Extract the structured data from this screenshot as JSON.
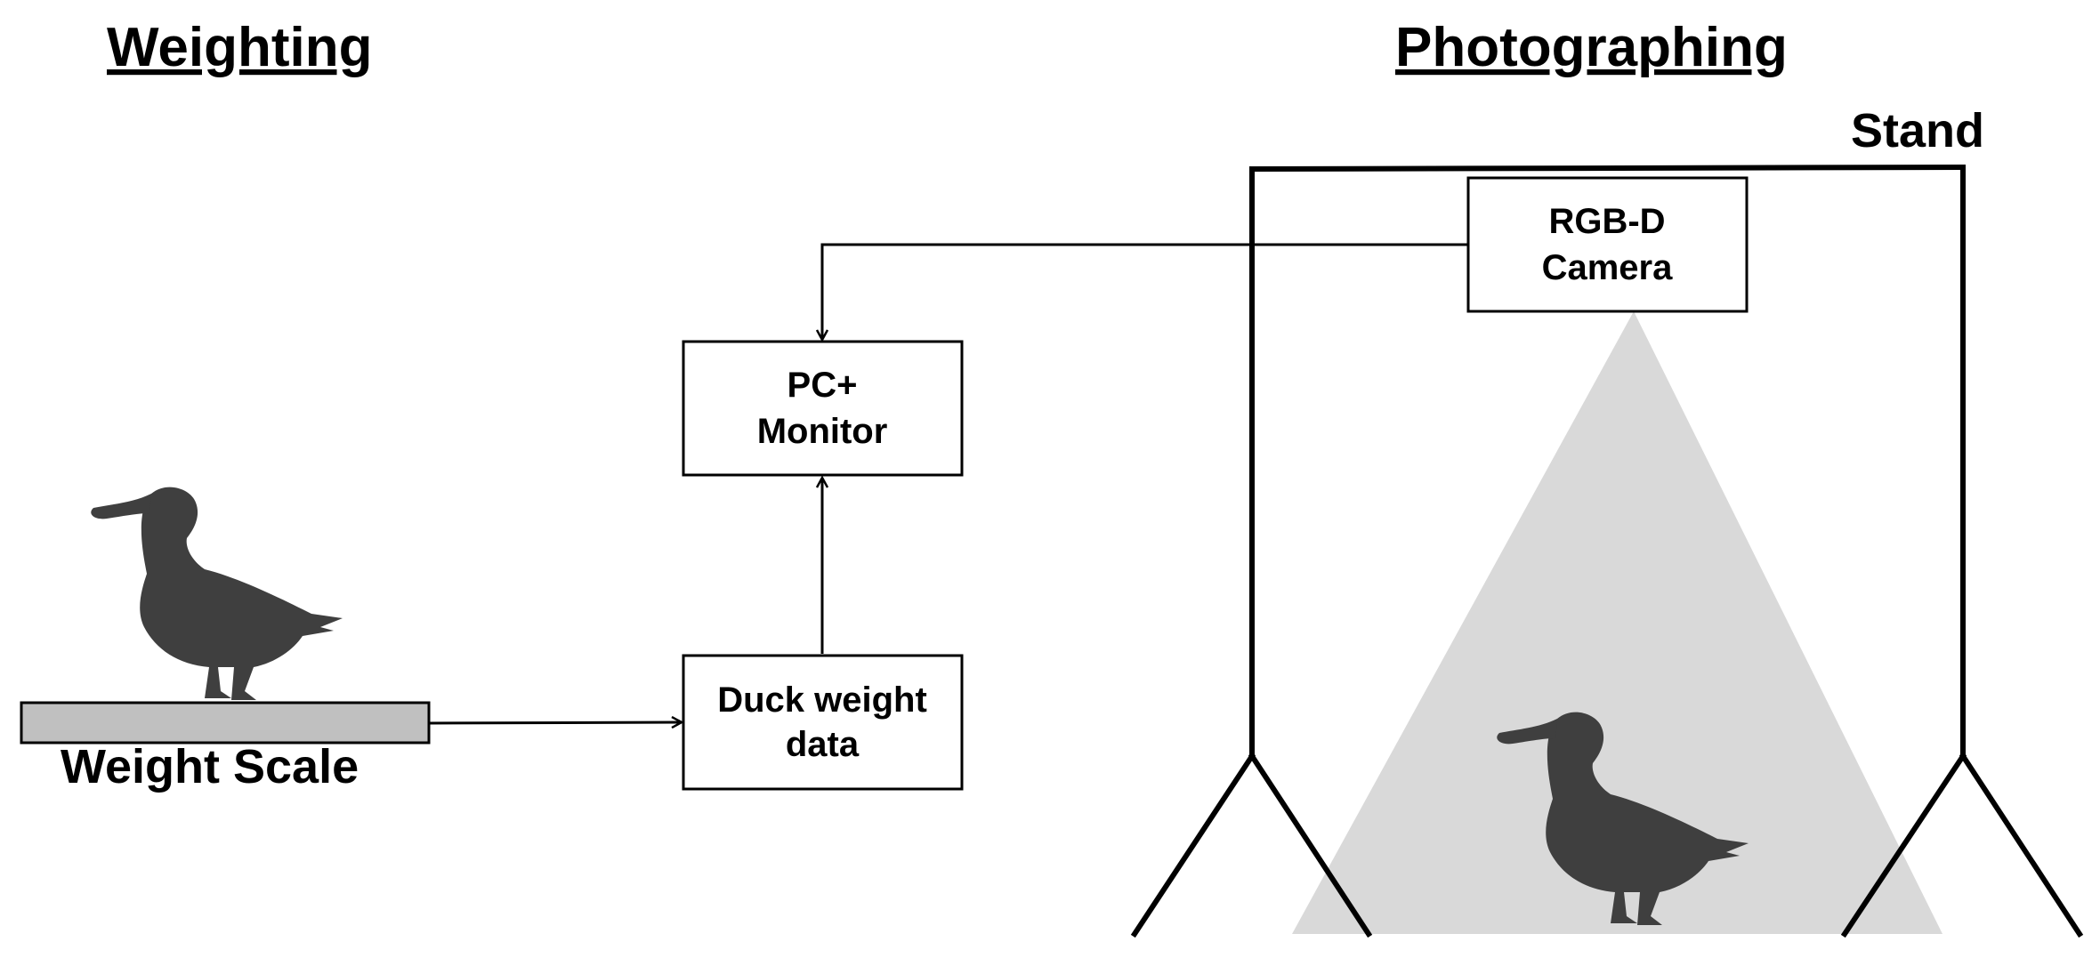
{
  "headings": {
    "weighting": "Weighting",
    "photographing": "Photographing"
  },
  "labels": {
    "stand": "Stand",
    "weight_scale": "Weight Scale"
  },
  "boxes": {
    "camera": [
      "RGB-D",
      "Camera"
    ],
    "pc_monitor": [
      "PC+",
      "Monitor"
    ],
    "duck_weight_data": [
      "Duck weight",
      "data"
    ]
  },
  "colors": {
    "duck": "#3f3f3f",
    "light_cone": "#d9d9d9",
    "scale_fill": "#c0c0c0",
    "line": "#000000"
  },
  "icons": [
    "duck-silhouette-icon",
    "arrow-head-icon"
  ]
}
